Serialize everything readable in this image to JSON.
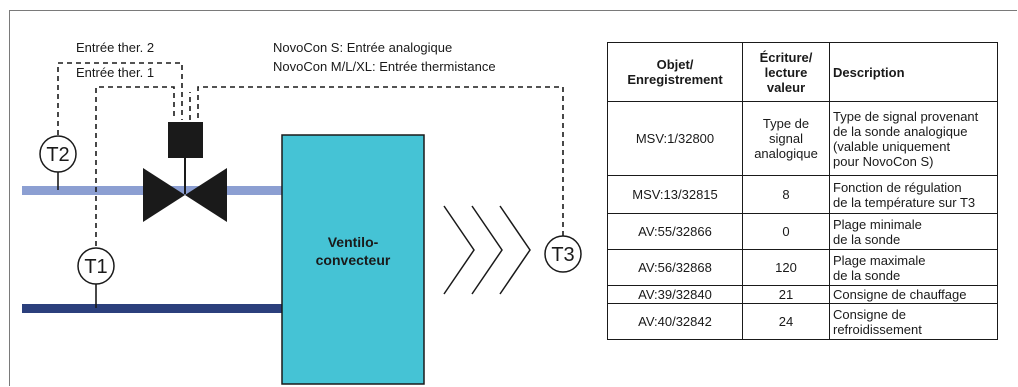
{
  "diagram": {
    "input_t2_label": "Entrée ther. 2",
    "input_t1_label": "Entrée ther. 1",
    "novocon_s_label": "NovoCon S: Entrée analogique",
    "novocon_mlxl_label": "NovoCon M/L/XL: Entrée thermistance",
    "sensor_t1": "T1",
    "sensor_t2": "T2",
    "sensor_t3": "T3",
    "unit_line1": "Ventilo-",
    "unit_line2": "convecteur",
    "colors": {
      "supply_pipe": "#8c9fd2",
      "return_pipe": "#2b3f7c",
      "fan_coil_fill": "#45c3d5",
      "valve": "#1a1a1a"
    }
  },
  "table": {
    "headers": {
      "object": [
        "Objet/",
        "Enregistrement"
      ],
      "value": [
        "Écriture/",
        "lecture",
        "valeur"
      ],
      "description": "Description"
    },
    "rows": [
      {
        "object": "MSV:1/32800",
        "value": [
          "Type de",
          "signal",
          "analogique"
        ],
        "description": [
          "Type de signal provenant",
          "de la sonde analogique",
          "(valable uniquement",
          "pour NovoCon S)"
        ]
      },
      {
        "object": "MSV:13/32815",
        "value": [
          "8"
        ],
        "description": [
          "Fonction de régulation",
          "de la température sur T3"
        ]
      },
      {
        "object": "AV:55/32866",
        "value": [
          "0"
        ],
        "description": [
          "Plage minimale",
          "de la sonde"
        ]
      },
      {
        "object": "AV:56/32868",
        "value": [
          "120"
        ],
        "description": [
          "Plage maximale",
          "de la sonde"
        ]
      },
      {
        "object": "AV:39/32840",
        "value": [
          "21"
        ],
        "description": [
          "Consigne de chauffage"
        ]
      },
      {
        "object": "AV:40/32842",
        "value": [
          "24"
        ],
        "description": [
          "Consigne de",
          "refroidissement"
        ]
      }
    ]
  }
}
